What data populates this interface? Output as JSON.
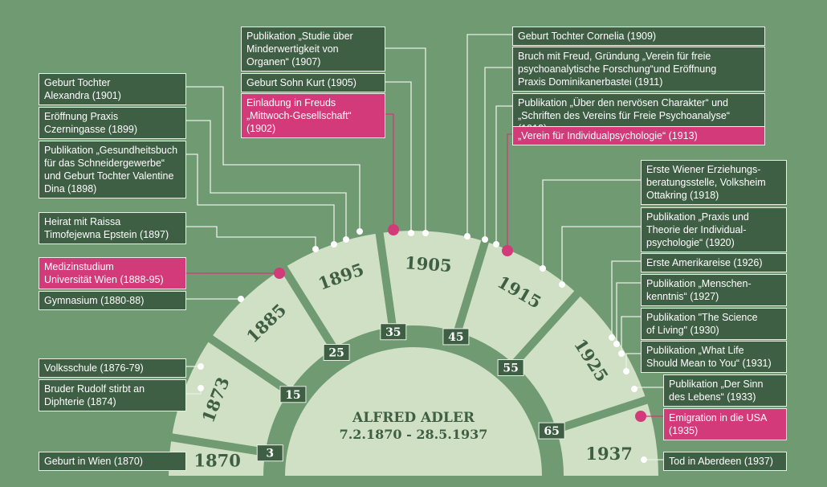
{
  "colors": {
    "background": "#6f9a72",
    "arc_fill": "#cfe0c4",
    "band": "#6f9a72",
    "box": "#3f5f45",
    "highlight": "#d23a7a",
    "line": "#e8efe4"
  },
  "center_title": "ALFRED ADLER",
  "center_dates": "7.2.1870 - 28.5.1937",
  "decades": [
    {
      "text": "1870"
    },
    {
      "text": "1873"
    },
    {
      "text": "1885"
    },
    {
      "text": "1895"
    },
    {
      "text": "1905"
    },
    {
      "text": "1915"
    },
    {
      "text": "1925"
    },
    {
      "text": "1937"
    }
  ],
  "ages": [
    "3",
    "15",
    "25",
    "35",
    "45",
    "55",
    "65"
  ],
  "events_left": [
    {
      "text": "Geburt Tochter\nAlexandra (1901)"
    },
    {
      "text": "Eröffnung Praxis\nCzerningasse (1899)"
    },
    {
      "text": "Publikation „Gesundheitsbuch\nfür das Schneidergewerbe“\nund Geburt Tochter Valentine\nDina (1898)"
    },
    {
      "text": "Heirat mit Raissa\nTimofejewna Epstein (1897)"
    },
    {
      "text": "Medizinstudium\nUniversität Wien (1888-95)",
      "highlight": true
    },
    {
      "text": "Gymnasium (1880-88)"
    },
    {
      "text": "Volksschule (1876-79)"
    },
    {
      "text": "Bruder Rudolf stirbt an\nDiphterie (1874)"
    },
    {
      "text": "Geburt in Wien (1870)"
    }
  ],
  "events_top": [
    {
      "text": "Publikation „Studie über\nMinderwertigkeit von\nOrganen“ (1907)"
    },
    {
      "text": "Geburt Sohn Kurt (1905)"
    },
    {
      "text": "Einladung in Freuds\n„Mittwoch-Gesellschaft“\n(1902)",
      "highlight": true
    }
  ],
  "events_right": [
    {
      "text": "Geburt Tochter Cornelia (1909)"
    },
    {
      "text": "Bruch mit Freud, Gründung „Verein für freie\npsychoanalytische Forschung“und Eröffnung\nPraxis Dominikanerbastei (1911)"
    },
    {
      "text": "Publikation „Über den nervösen Charakter“ und\n„Schriften des Vereins für Freie Psychoanalyse“ (1912)"
    },
    {
      "text": "„Verein für Individualpsychologie“ (1913)",
      "highlight": true
    },
    {
      "text": "Erste Wiener Erziehungs-\nberatungsstelle, Volksheim\nOttakring (1918)"
    },
    {
      "text": "Publikation „Praxis und\nTheorie der Individual-\npsychologie“ (1920)"
    },
    {
      "text": "Erste Amerikareise (1926)"
    },
    {
      "text": "Publikation „Menschen-\nkenntnis“ (1927)"
    },
    {
      "text": "Publikation \"The Science\nof Living\" (1930)"
    },
    {
      "text": "Publikation „What Life\nShould Mean to You“ (1931)"
    },
    {
      "text": "Publikation „Der Sinn\ndes Lebens“ (1933)"
    },
    {
      "text": "Emigration in die USA\n(1935)",
      "highlight": true
    },
    {
      "text": "Tod in Aberdeen (1937)"
    }
  ]
}
